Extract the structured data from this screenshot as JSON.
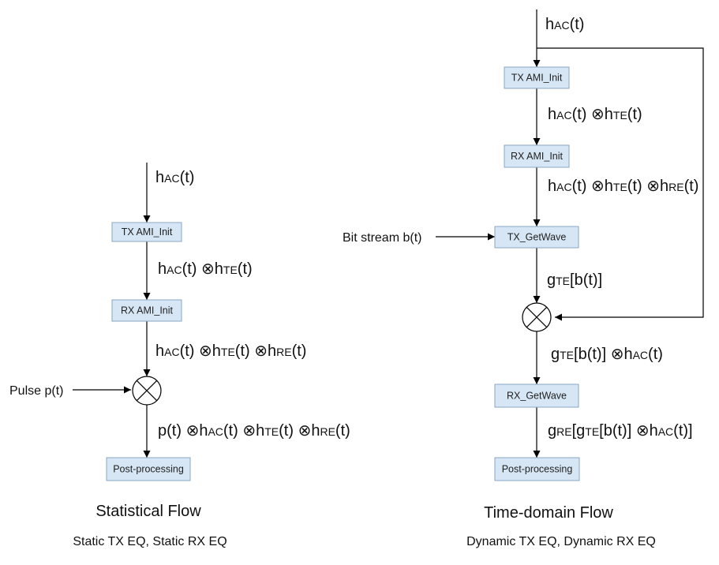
{
  "statistical": {
    "title": "Statistical Flow",
    "subtitle": "Static TX EQ, Static RX EQ",
    "boxes": {
      "tx_init": "TX AMI_Init",
      "rx_init": "RX AMI_Init",
      "post": "Post-processing"
    },
    "input_label": "Pulse p(t)",
    "eq1": {
      "h": "h",
      "ac": "AC",
      "t": "(t)"
    },
    "eq2": {
      "h1": "h",
      "ac": "AC",
      "t1": "(t) ",
      "op": "⊗",
      "h2": "h",
      "te": "TE",
      "t2": "(t)"
    },
    "eq3": {
      "h1": "h",
      "ac": "AC",
      "t1": "(t) ",
      "op1": "⊗",
      "h2": "h",
      "te": "TE",
      "t2": "(t) ",
      "op2": "⊗",
      "h3": "h",
      "re": "RE",
      "t3": "(t)"
    },
    "eq4": {
      "p": "p(t) ",
      "op1": "⊗",
      "h1": "h",
      "ac": "AC",
      "t1": "(t) ",
      "op2": "⊗",
      "h2": "h",
      "te": "TE",
      "t2": "(t) ",
      "op3": "⊗",
      "h3": "h",
      "re": "RE",
      "t3": "(t)"
    }
  },
  "timedomain": {
    "title": "Time-domain Flow",
    "subtitle": "Dynamic TX EQ, Dynamic RX EQ",
    "boxes": {
      "tx_init": "TX AMI_Init",
      "rx_init": "RX AMI_Init",
      "tx_getwave": "TX_GetWave",
      "rx_getwave": "RX_GetWave",
      "post": "Post-processing"
    },
    "input_label": "Bit stream b(t)",
    "eq1": {
      "h": "h",
      "ac": "AC",
      "t": "(t)"
    },
    "eq2": {
      "h1": "h",
      "ac": "AC",
      "t1": "(t) ",
      "op": "⊗",
      "h2": "h",
      "te": "TE",
      "t2": "(t)"
    },
    "eq3": {
      "h1": "h",
      "ac": "AC",
      "t1": "(t) ",
      "op1": "⊗",
      "h2": "h",
      "te": "TE",
      "t2": "(t) ",
      "op2": "⊗",
      "h3": "h",
      "re": "RE",
      "t3": "(t)"
    },
    "eq4": {
      "g": "g",
      "te": "TE",
      "b": "[b(t)]"
    },
    "eq5": {
      "g": "g",
      "te": "TE",
      "b": "[b(t)] ",
      "op": "⊗",
      "h": "h",
      "ac": "AC",
      "t": "(t)"
    },
    "eq6": {
      "g1": "g",
      "re": "RE",
      "br1": "[",
      "g2": "g",
      "te": "TE",
      "b": "[b(t)] ",
      "op": "⊗",
      "h": "h",
      "ac": "AC",
      "t": "(t)]"
    }
  }
}
